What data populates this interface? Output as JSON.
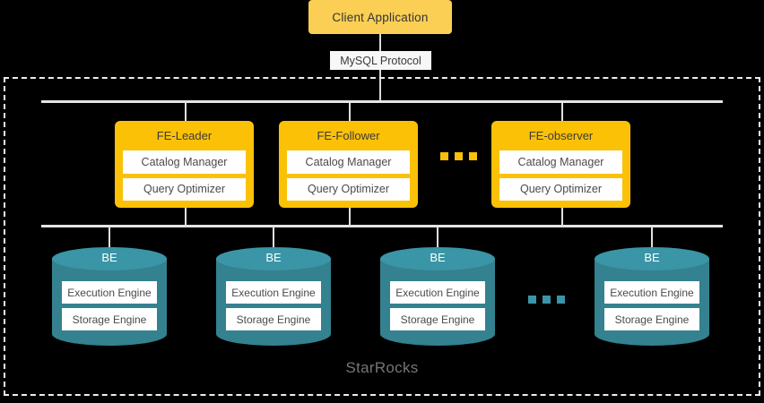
{
  "diagram": {
    "brand_label": "StarRocks",
    "colors": {
      "background": "#000000",
      "client_box": "#FBCF54",
      "fe_node": "#FBC107",
      "be_top": "#3A95A6",
      "be_body": "#34818F",
      "bus_line": "#e4e4e4",
      "cluster_border": "#ededed",
      "sub_box": "#FFFFFF"
    }
  },
  "client": {
    "label": "Client Application"
  },
  "protocol": {
    "label": "MySQL Protocol"
  },
  "frontend": {
    "nodes": [
      {
        "title": "FE-Leader",
        "components": [
          "Catalog Manager",
          "Query Optimizer"
        ]
      },
      {
        "title": "FE-Follower",
        "components": [
          "Catalog Manager",
          "Query Optimizer"
        ]
      },
      {
        "title": "FE-observer",
        "components": [
          "Catalog Manager",
          "Query Optimizer"
        ]
      }
    ],
    "ellipsis": "•••"
  },
  "backend": {
    "nodes": [
      {
        "title": "BE",
        "components": [
          "Execution Engine",
          "Storage Engine"
        ]
      },
      {
        "title": "BE",
        "components": [
          "Execution Engine",
          "Storage Engine"
        ]
      },
      {
        "title": "BE",
        "components": [
          "Execution Engine",
          "Storage Engine"
        ]
      },
      {
        "title": "BE",
        "components": [
          "Execution Engine",
          "Storage Engine"
        ]
      }
    ],
    "ellipsis": "•••"
  }
}
